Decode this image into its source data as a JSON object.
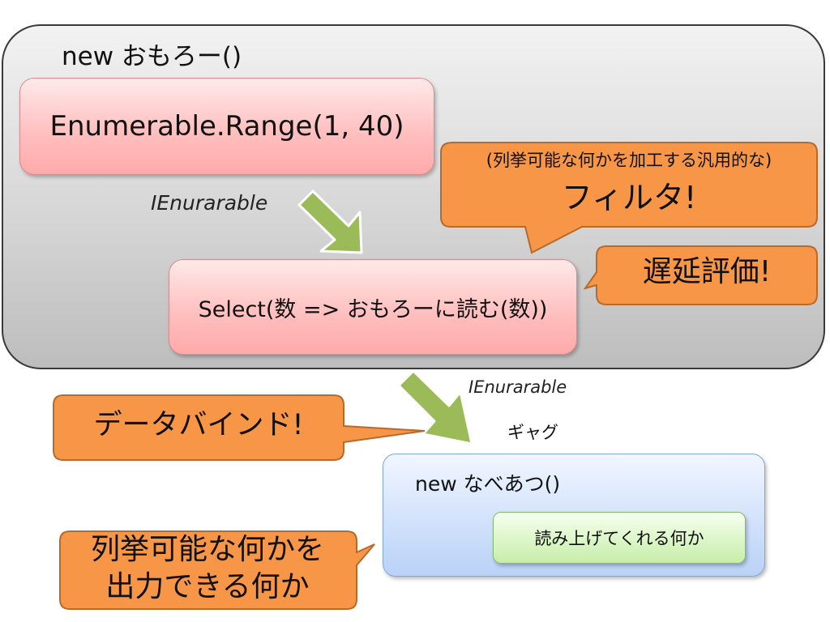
{
  "containers": {
    "omoro_title": "new おもろー()",
    "nabe_title": "new なべあつ()"
  },
  "boxes": {
    "range": "Enumerable.Range(1, 40)",
    "select": "Select(数 => おもろーに読む(数))",
    "reader": "読み上げてくれる何か"
  },
  "labels": {
    "type_1": "IEnurarable",
    "type_2": "IEnurarable",
    "gag": "ギャグ"
  },
  "callouts": {
    "filter_sub": "(列挙可能な何かを加工する汎用的な)",
    "filter_main": "フィルタ!",
    "lazy": "遅延評価!",
    "databind": "データバインド!",
    "output_line1": "列挙可能な何かを",
    "output_line2": "出力できる何か"
  },
  "colors": {
    "callout_fill": "#f79646",
    "callout_stroke": "#b56a2e",
    "arrow_fill": "#9bbb59",
    "arrow_stroke": "#ffffff"
  }
}
